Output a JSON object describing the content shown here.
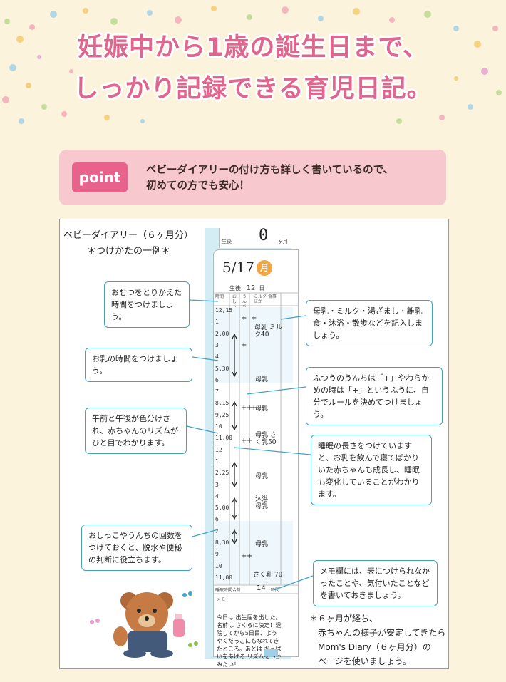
{
  "headline": {
    "line1": "妊娠中から1歳の誕生日まで、",
    "line2": "しっかり記録できる育児日記。"
  },
  "point": {
    "badge": "point",
    "text_line1": "ベビーダイアリーの付け方も詳しく書いているので、",
    "text_line2": "初めての方でも安心！"
  },
  "diary": {
    "title": "ベビーダイアリー（６ヶ月分）",
    "subtitle": "＊つけかたの一例＊",
    "card": {
      "tab_label": "生後",
      "month_num": "0",
      "month_unit": "ヶ月",
      "date": "5/17",
      "weekday": "月",
      "age_label": "生後",
      "age_days": "12",
      "age_unit": "日",
      "col_time": "時間",
      "col_oshikko": "おしっこ",
      "col_unchi": "うんち",
      "col_milk": "ミルク 食事ほか",
      "hours": [
        "12,15",
        "1",
        "2,00",
        "3",
        "4",
        "5,30",
        "6",
        "7",
        "8,15",
        "9,25",
        "10",
        "11,00",
        "12",
        "1",
        "2,25",
        "3",
        "4",
        "5,00",
        "6",
        "7",
        "8,30",
        "9",
        "10",
        "11,00"
      ],
      "entries": [
        "母乳 ミルク40",
        "母乳",
        "母乳",
        "母乳 さく乳50",
        "母乳",
        "沐浴 母乳",
        "母乳",
        "さく乳 70"
      ],
      "sleep_total_label": "睡眠時間合計",
      "sleep_total": "14",
      "sleep_unit": "時間",
      "memo_label": "メモ",
      "memo": "今日は 出生届を出した。名前は さくらに決定！退院してから5日目、ようやくだっこにもなれてきたところ。あとは おっぱいをあげる リズムをつかみたい！"
    }
  },
  "callouts": {
    "diaper": "おむつをとりかえた時間をつけましょう。",
    "milk_time": "お乳の時間をつけましょう。",
    "ampm": "午前と午後が色分けされ、赤ちゃんのリズムがひと目でわかります。",
    "count": "おしっこやうんちの回数をつけておくと、脱水や便秘の判断に役立ちます。",
    "record": "母乳・ミルク・湯ざまし・離乳食・沐浴・散歩などを記入しましょう。",
    "unchi": "ふつうのうんちは「+」やわらかめの時は「+」というふうに、自分でルールを決めてつけましょう。",
    "sleep": "睡眠の長さをつけていますと、お乳を飲んで寝てばかりいた赤ちゃんも成長し、睡眠も変化していることがわかります。",
    "memo": "メモ欄には、表につけられなかったことや、気付いたことなどを書いておきましょう。"
  },
  "footnote": {
    "line1": "＊６ヶ月が経ち、",
    "line2": "赤ちゃんの様子が安定してきたら",
    "line3": "Mom's Diary（６ヶ月分）の",
    "line4": "ページを使いましょう。"
  },
  "colors": {
    "background": "#fbf3dc",
    "headline": "#e0668e",
    "point_box": "#f8c8cf",
    "badge": "#e8628c",
    "callout_border": "#3fa3c8",
    "card_bg": "#d4ecf3",
    "moon": "#f2a641"
  },
  "icons": [
    "confetti-dots",
    "bear-illustration",
    "music-note-icon",
    "crown-icon"
  ]
}
